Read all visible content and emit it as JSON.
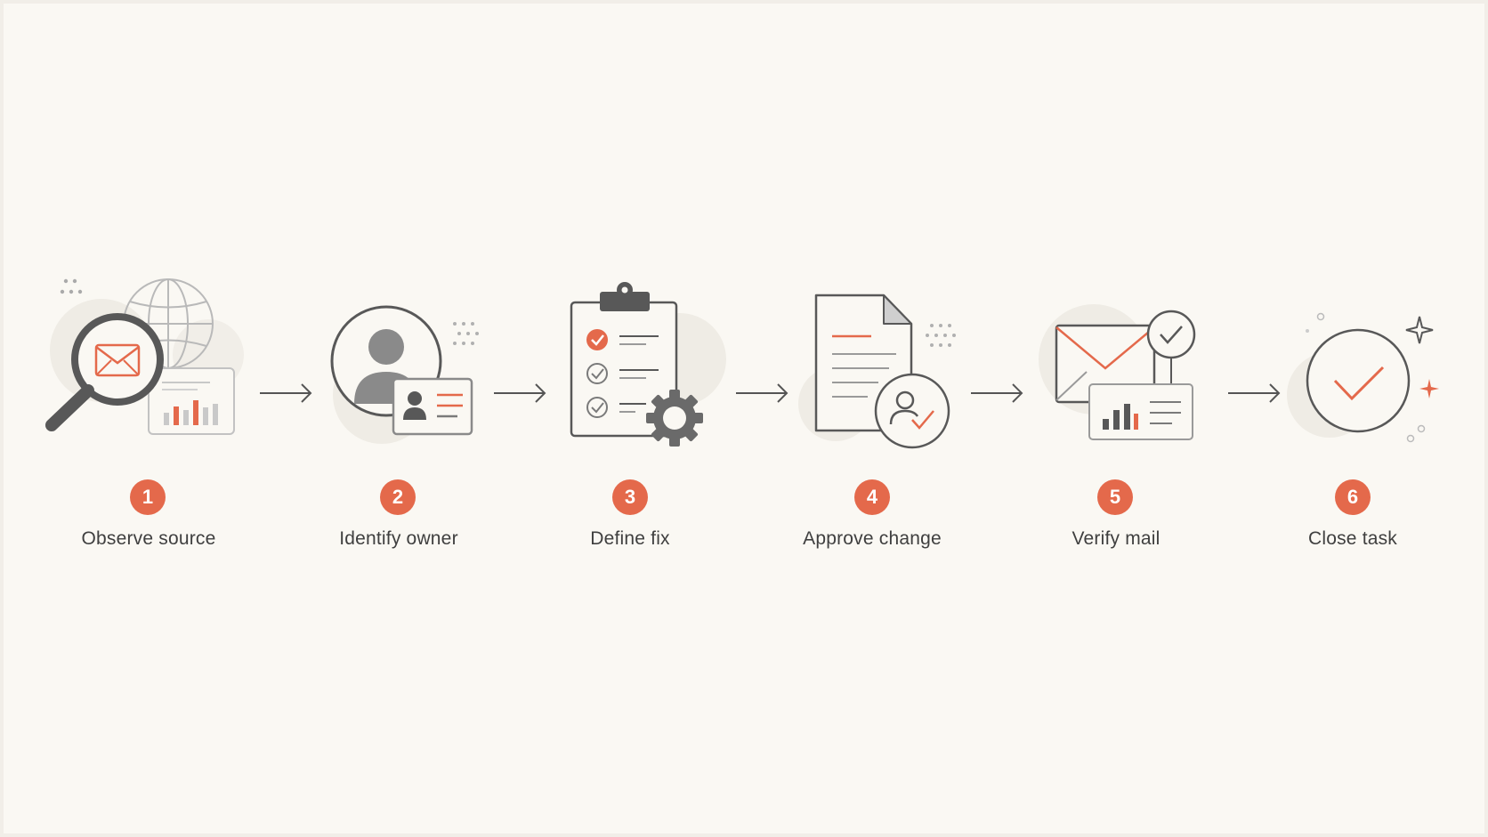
{
  "steps": [
    {
      "number": "1",
      "label": "Observe source",
      "icon": "magnifier-mail-globe-icon"
    },
    {
      "number": "2",
      "label": "Identify owner",
      "icon": "user-id-card-icon"
    },
    {
      "number": "3",
      "label": "Define fix",
      "icon": "clipboard-checklist-gear-icon"
    },
    {
      "number": "4",
      "label": "Approve change",
      "icon": "document-approval-icon"
    },
    {
      "number": "5",
      "label": "Verify mail",
      "icon": "envelope-verified-icon"
    },
    {
      "number": "6",
      "label": "Close task",
      "icon": "check-circle-icon"
    }
  ],
  "colors": {
    "background": "#faf8f3",
    "accent": "#e4694b",
    "stroke": "#555555",
    "light_stroke": "#bdbdbd",
    "text": "#3f3f3f"
  }
}
